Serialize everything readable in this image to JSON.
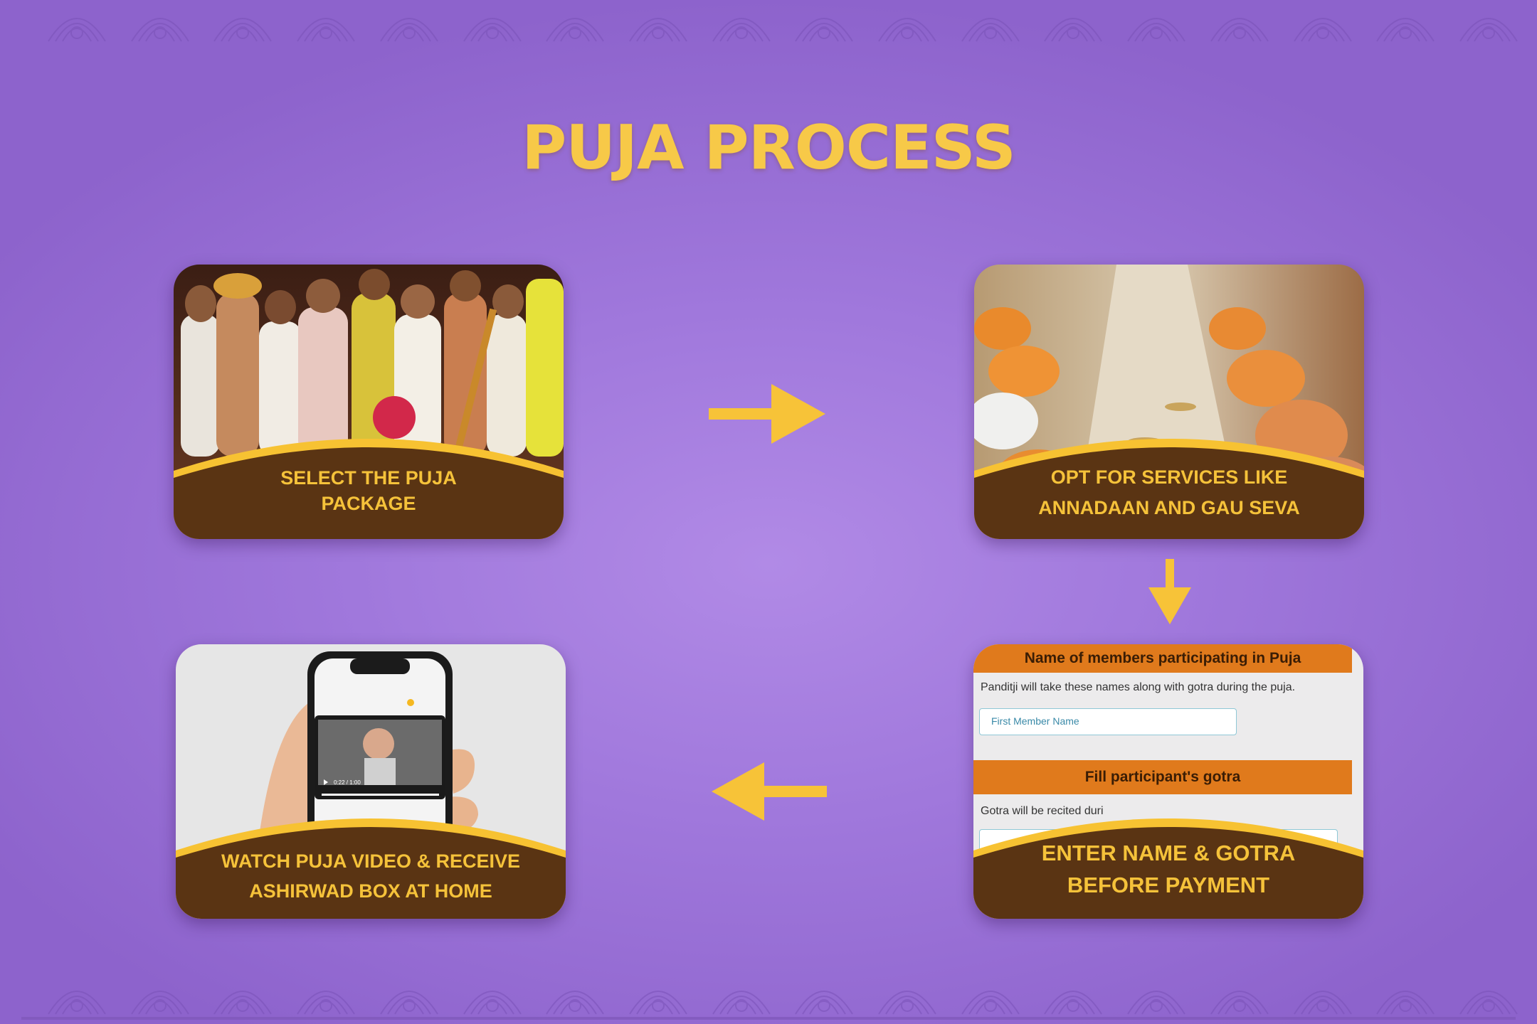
{
  "page": {
    "title": "PUJA PROCESS"
  },
  "colors": {
    "title_gold": "#f7c948",
    "card_brown": "#5a3413",
    "caption_gold": "#f5c23a",
    "arrow_yellow": "#f7c338",
    "form_orange": "#e07a1c"
  },
  "steps": [
    {
      "caption_line1": "SELECT THE PUJA",
      "caption_line2": "PACKAGE",
      "image": "priests-performing-puja-photo"
    },
    {
      "caption_line1": "OPT FOR SERVICES LIKE",
      "caption_line2": "ANNADAAN AND GAU SEVA",
      "image": "monks-eating-in-hall-photo"
    },
    {
      "caption_line1": "ENTER NAME & GOTRA",
      "caption_line2": "BEFORE PAYMENT",
      "image": "participant-form-screenshot"
    },
    {
      "caption_line1": "WATCH PUJA VIDEO & RECEIVE",
      "caption_line2": "ASHIRWAD BOX AT HOME",
      "image": "phone-playing-puja-video-photo"
    }
  ],
  "form": {
    "members_header": "Name of members participating in Puja",
    "members_note": "Panditji will take these names along with gotra during the puja.",
    "first_member_placeholder": "First Member Name",
    "gotra_header": "Fill participant's gotra",
    "gotra_note": "Gotra will be recited duri"
  },
  "video": {
    "time": "0:22 / 1:00"
  },
  "arrows": [
    {
      "direction": "right",
      "icon": "arrow-right-icon"
    },
    {
      "direction": "down",
      "icon": "arrow-down-icon"
    },
    {
      "direction": "left",
      "icon": "arrow-left-icon"
    }
  ]
}
